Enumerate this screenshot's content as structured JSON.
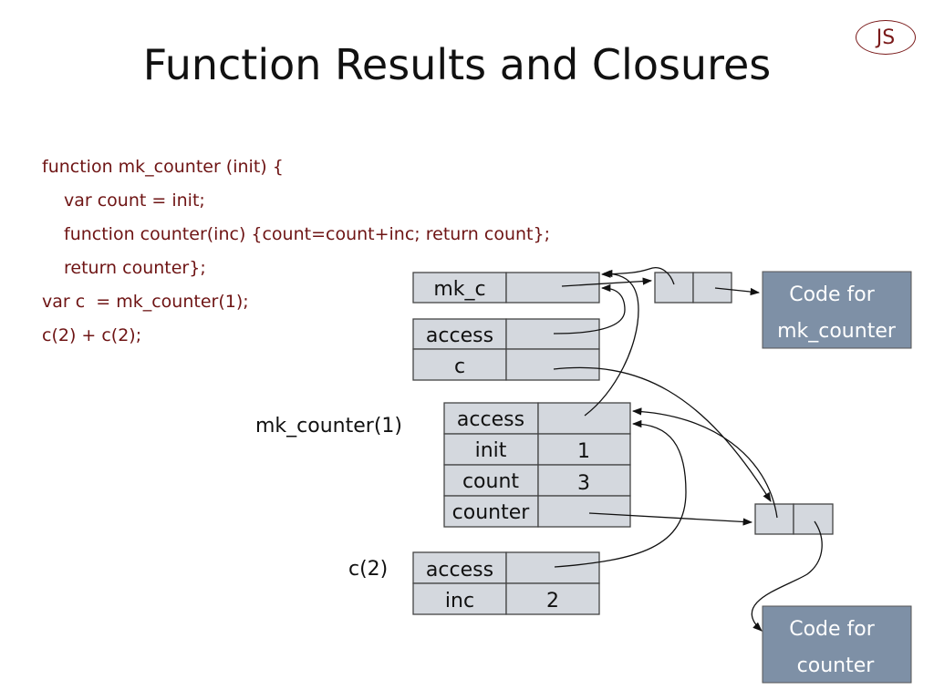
{
  "badge": {
    "text": "JS"
  },
  "title": "Function Results and Closures",
  "code_lines": [
    "function mk_counter (init) {",
    "var count = init;",
    "function counter(inc) {count=count+inc; return count};",
    "return counter};",
    "var c  = mk_counter(1);",
    "c(2) + c(2);"
  ],
  "diagram": {
    "global_frame": {
      "rows": [
        {
          "name": "mk_c",
          "value": ""
        }
      ]
    },
    "c_activation": {
      "rows": [
        {
          "name": "access",
          "value": ""
        },
        {
          "name": "c",
          "value": ""
        }
      ]
    },
    "mk_counter_frame": {
      "label": "mk_counter(1)",
      "rows": [
        {
          "name": "access",
          "value": ""
        },
        {
          "name": "init",
          "value": "1"
        },
        {
          "name": "count",
          "value": "3"
        },
        {
          "name": "counter",
          "value": ""
        }
      ]
    },
    "c2_frame": {
      "label": "c(2)",
      "rows": [
        {
          "name": "access",
          "value": ""
        },
        {
          "name": "inc",
          "value": "2"
        }
      ]
    },
    "code_mk_counter": {
      "line1": "Code for",
      "line2": "mk_counter"
    },
    "code_counter": {
      "line1": "Code for",
      "line2": "counter"
    },
    "colors": {
      "cell_fill": "#d4d8de",
      "code_box_fill": "#7e90a6",
      "code_text": "#6e1414",
      "badge": "#7a1a1a"
    }
  }
}
